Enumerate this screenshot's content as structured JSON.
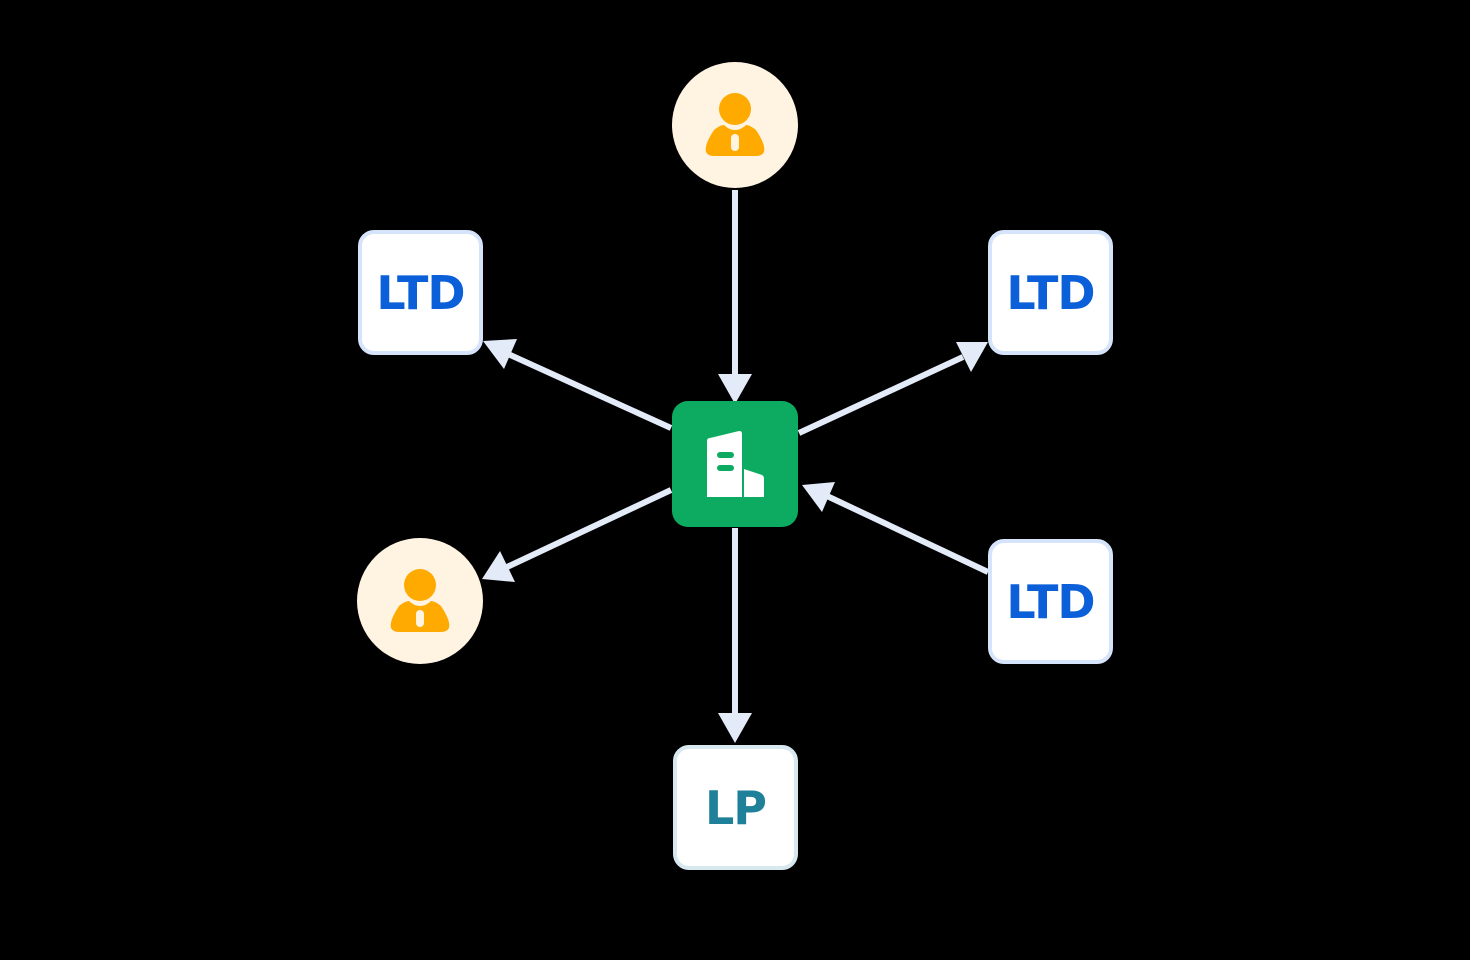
{
  "diagram": {
    "type": "ownership-network",
    "background": "#000000",
    "edge_color": "#e3ebf8",
    "center": {
      "id": "company",
      "kind": "company",
      "icon": "building-icon",
      "color": "#0dab61"
    },
    "nodes": [
      {
        "id": "person_top",
        "kind": "person",
        "icon": "person-icon",
        "bg": "#fff4e2",
        "icon_color": "#ffaa00"
      },
      {
        "id": "ltd_top_left",
        "kind": "entity",
        "label": "LTD",
        "text_color": "#0b5fd8"
      },
      {
        "id": "ltd_top_right",
        "kind": "entity",
        "label": "LTD",
        "text_color": "#0b5fd8"
      },
      {
        "id": "ltd_right",
        "kind": "entity",
        "label": "LTD",
        "text_color": "#0b5fd8"
      },
      {
        "id": "person_bottom_left",
        "kind": "person",
        "icon": "person-icon",
        "bg": "#fff4e2",
        "icon_color": "#ffaa00"
      },
      {
        "id": "lp_bottom",
        "kind": "entity",
        "label": "LP",
        "text_color": "#1e8099"
      }
    ],
    "edges": [
      {
        "from": "person_top",
        "to": "company"
      },
      {
        "from": "company",
        "to": "ltd_top_left"
      },
      {
        "from": "company",
        "to": "ltd_top_right"
      },
      {
        "from": "ltd_right",
        "to": "company"
      },
      {
        "from": "company",
        "to": "person_bottom_left"
      },
      {
        "from": "company",
        "to": "lp_bottom"
      }
    ]
  },
  "labels": {
    "ltd_top_left": "LTD",
    "ltd_top_right": "LTD",
    "ltd_right": "LTD",
    "lp_bottom": "LP"
  }
}
